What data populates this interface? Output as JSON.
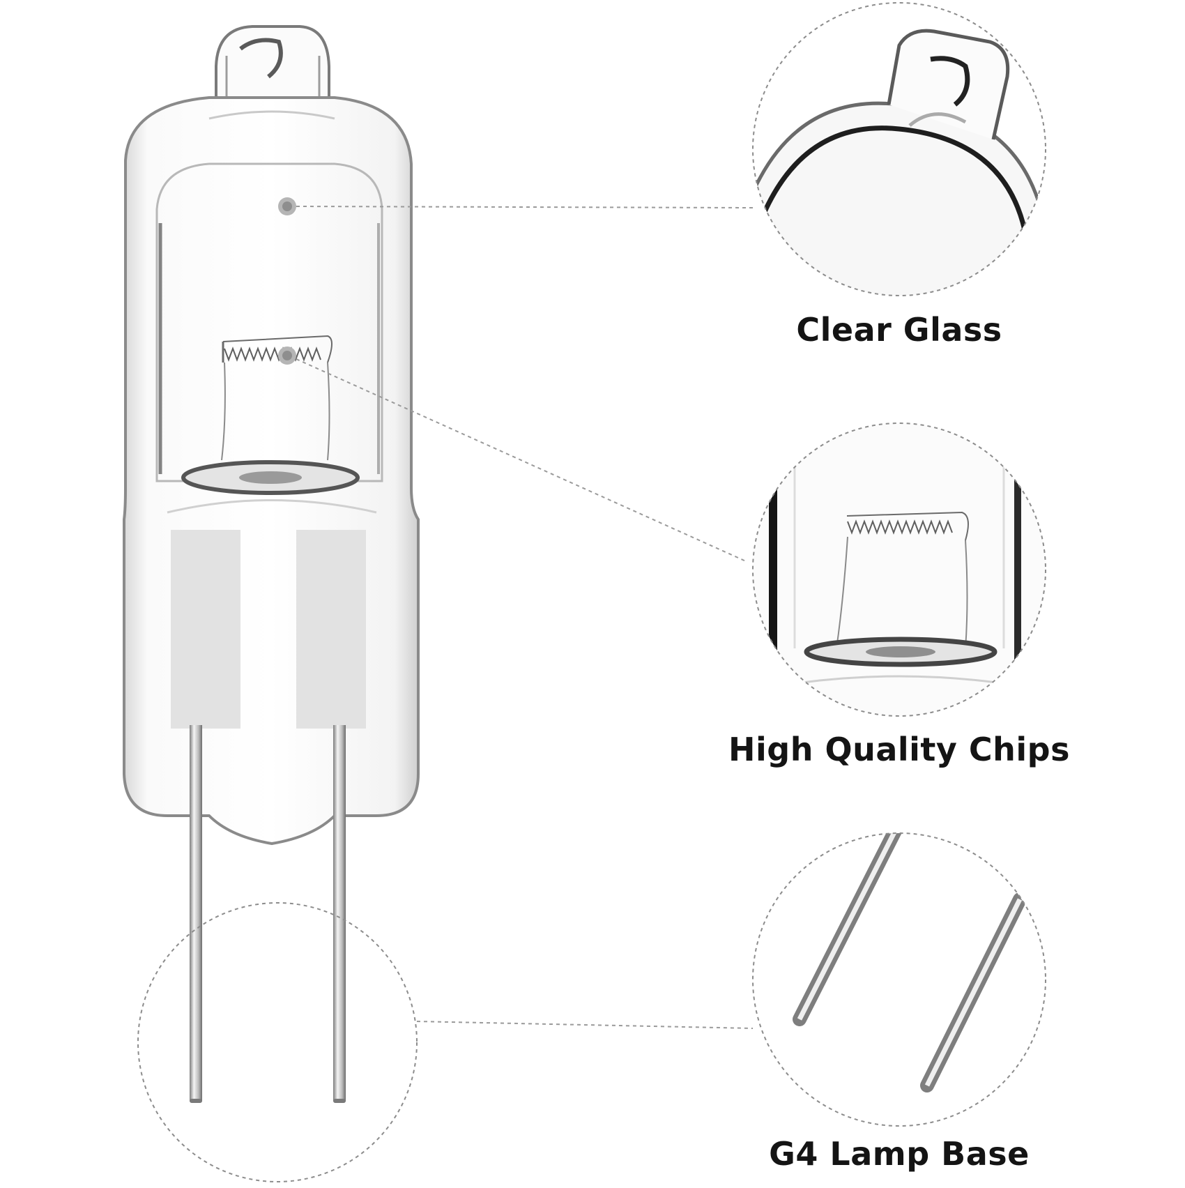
{
  "features": [
    {
      "id": "clear-glass",
      "label": "Clear Glass"
    },
    {
      "id": "chips",
      "label": "High Quality Chips"
    },
    {
      "id": "base",
      "label": "G4 Lamp Base"
    }
  ],
  "colors": {
    "background": "#ffffff",
    "label_text": "#141414",
    "glass_outline": "#8a8a8a",
    "ceramic_insulator": "#e2e2e2",
    "metal_pin": "#a8a8a8",
    "callout_dot": "#b5b5b5",
    "dashed_line": "#9a9a9a"
  }
}
